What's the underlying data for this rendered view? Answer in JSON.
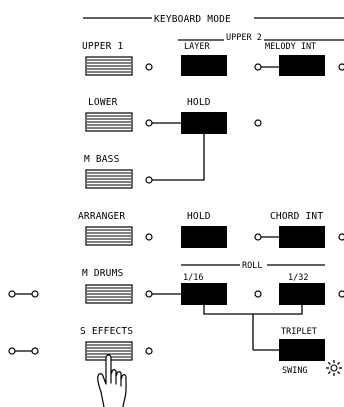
{
  "header": {
    "keyboard_mode": "KEYBOARD MODE",
    "upper2": "UPPER 2"
  },
  "left_labels": {
    "upper1": "UPPER 1",
    "lower": "LOWER",
    "mbass": "M BASS",
    "arranger": "ARRANGER",
    "mdrums": "M DRUMS",
    "seffects": "S EFFECTS"
  },
  "right_labels": {
    "layer": "LAYER",
    "melody_int": "MELODY INT",
    "hold_lower": "HOLD",
    "hold_arranger": "HOLD",
    "chord_int": "CHORD INT",
    "roll": "ROLL",
    "roll_1_16": "1/16",
    "roll_1_32": "1/32",
    "triplet": "TRIPLET",
    "swing": "SWING"
  },
  "icons": {
    "pointing_hand": "pointing-hand-icon",
    "swing_led": "sun-led-icon"
  }
}
